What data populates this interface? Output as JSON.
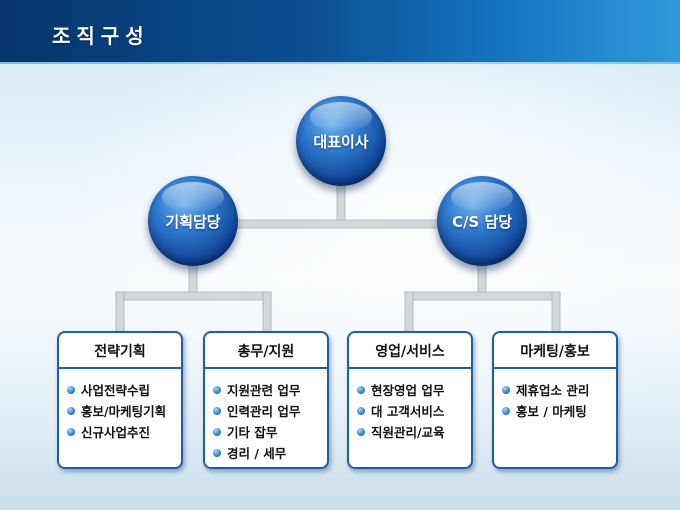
{
  "header": {
    "title": "조직구성"
  },
  "nodes": {
    "ceo": "대표이사",
    "planning": "기획담당",
    "cs": "C/S 담당"
  },
  "departments": [
    {
      "title": "전략기획",
      "items": [
        "사업전략수립",
        "홍보/마케팅기획",
        "신규사업추진"
      ]
    },
    {
      "title": "총무/지원",
      "items": [
        "지원관련 업무",
        "인력관리 업무",
        "기타 잡무",
        "경리 / 세무"
      ]
    },
    {
      "title": "영업/서비스",
      "items": [
        "현장영업 업무",
        "대 고객서비스",
        "직원관리/교육"
      ]
    },
    {
      "title": "마케팅/홍보",
      "items": [
        "제휴업소 관리",
        "홍보 / 마케팅"
      ]
    }
  ],
  "colors": {
    "header_dark": "#06356b",
    "header_light": "#2f9ada",
    "node_blue": "#0d3f92",
    "box_border": "#1c5ea8",
    "connector": "#d4d8dc"
  }
}
